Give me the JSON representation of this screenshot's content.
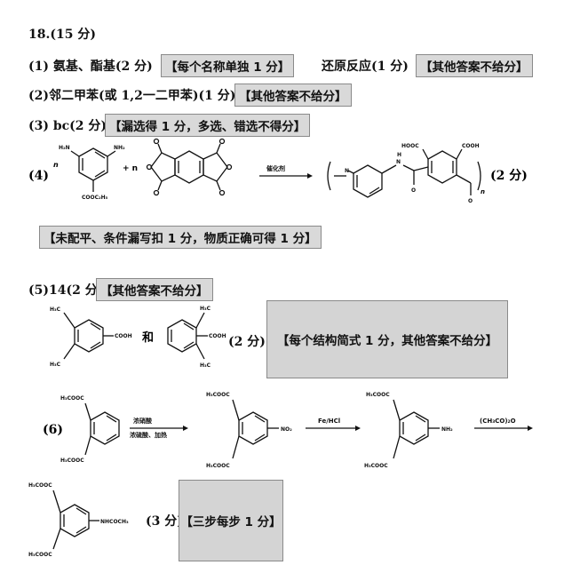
{
  "header": "18.(15 分)",
  "q1": {
    "answer": "(1) 氨基、酯基(2 分)",
    "note": "【每个名称单独 1 分】",
    "answer2": "还原反应(1 分)",
    "note2": "【其他答案不给分】"
  },
  "q2": {
    "answer": "(2)邻二甲苯(或 1,2一二甲苯)(1 分)",
    "note": "【其他答案不给分】"
  },
  "q3": {
    "answer": "(3) bc(2 分)",
    "note": "【漏选得 1 分，多选、错选不得分】"
  },
  "q4": {
    "label": "(4)",
    "n1": "n",
    "plus": "+ n",
    "catalyst": "催化剂",
    "nh2_left": "H₂N",
    "nh2_right": "NH₂",
    "ester": "COOC₂H₅",
    "hooc": "HOOC",
    "cooh": "COOH",
    "nh": "N",
    "h": "H",
    "n_sub": "n",
    "score": "(2 分)",
    "note": "【未配平、条件漏写扣 1 分，物质正确可得 1 分】"
  },
  "q5": {
    "answer": "(5)14(2 分)",
    "note": "【其他答案不给分】",
    "ch3": "H₃C",
    "cooh": "COOH",
    "and": "和",
    "score": "(2 分)",
    "note2": "【每个结构简式 1 分，其他答案不给分】"
  },
  "q6": {
    "label": "(6)",
    "ester": "H₃COOC",
    "reagent_top": "浓硝酸",
    "reagent_bottom": "浓硫酸、加热",
    "no2": "NO₂",
    "fehcl": "Fe/HCl",
    "nh2": "NH₂",
    "anhydride": "(CH₃CO)₂O",
    "nhcoch3": "NHCOCH₃",
    "score": "(3 分)",
    "note": "【三步每步 1 分】"
  }
}
